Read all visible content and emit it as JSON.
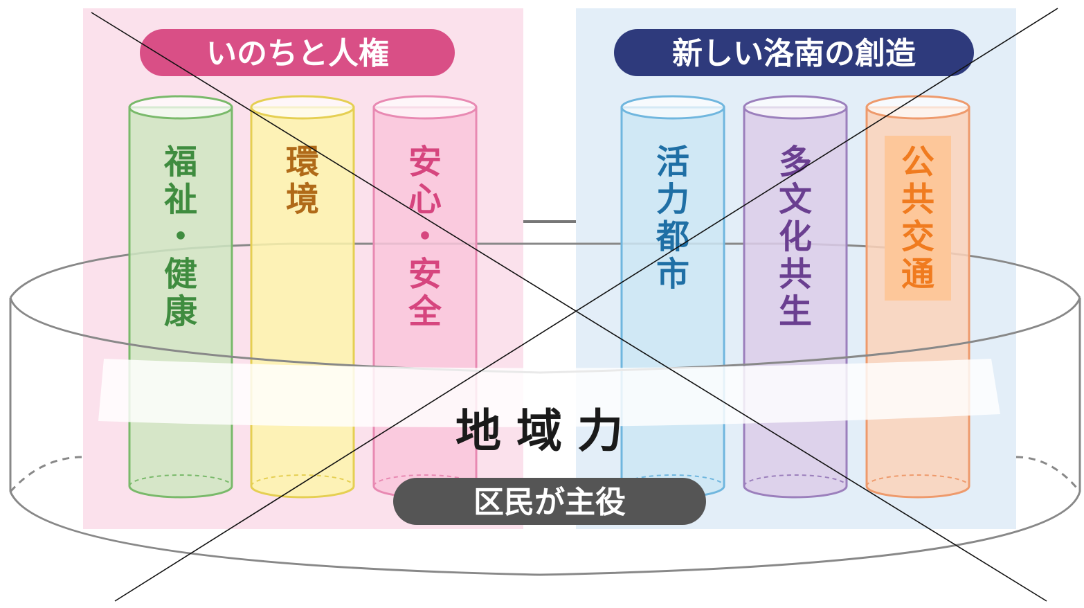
{
  "diagram": {
    "groups": {
      "left": {
        "title": "いのちと人権",
        "color": "#d94f86",
        "bg": "#fbe1ec",
        "pillars": [
          {
            "label": "福祉・健康",
            "text_color": "#3f8c3f",
            "fill": "#cfe6c2",
            "stroke": "#79b96a"
          },
          {
            "label": "環境",
            "text_color": "#b06a18",
            "fill": "#fdf4ad",
            "stroke": "#e5cf52"
          },
          {
            "label": "安心・安全",
            "text_color": "#d6457e",
            "fill": "#f9c6dc",
            "stroke": "#e889b2"
          }
        ]
      },
      "right": {
        "title": "新しい洛南の創造",
        "color": "#2e3a7c",
        "bg": "#e3eef8",
        "pillars": [
          {
            "label": "活力都市",
            "text_color": "#1f6fa5",
            "fill": "#cde6f5",
            "stroke": "#6fb6de"
          },
          {
            "label": "多文化共生",
            "text_color": "#6a3f90",
            "fill": "#dccde9",
            "stroke": "#9b7fbc"
          },
          {
            "label": "公共交通",
            "text_color": "#f07b1f",
            "fill": "#fbd2ba",
            "stroke": "#ee9a6c",
            "highlight": "#fdc79a"
          }
        ]
      }
    },
    "band_label": "地域力",
    "base_label": "区民が主役",
    "base_color": "#555555"
  }
}
